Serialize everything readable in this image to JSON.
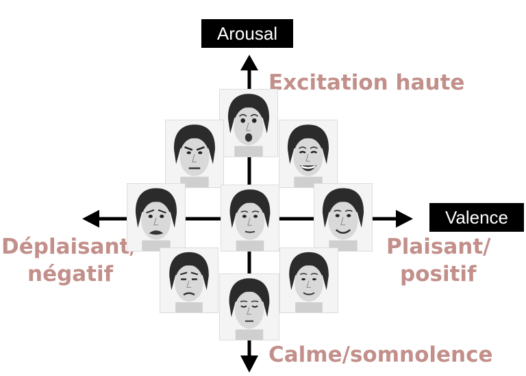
{
  "axes": {
    "arousal_label": "Arousal",
    "valence_label": "Valence"
  },
  "labels": {
    "high_arousal": "Excitation haute",
    "low_arousal": "Calme/somnolence",
    "negative_line1": "Déplaisant/",
    "negative_line2": "négatif",
    "positive_line1": "Plaisant/",
    "positive_line2": "positif"
  },
  "colors": {
    "label_color": "#c28f8a",
    "axis_box_bg": "#000000",
    "axis_box_text": "#ffffff",
    "arrow_color": "#000000"
  },
  "faces": [
    {
      "name": "face-top-surprised",
      "expression": "surprised"
    },
    {
      "name": "face-upper-left-angry",
      "expression": "angry"
    },
    {
      "name": "face-upper-right-happy",
      "expression": "happy"
    },
    {
      "name": "face-left-distressed",
      "expression": "distressed"
    },
    {
      "name": "face-center-neutral",
      "expression": "neutral"
    },
    {
      "name": "face-right-content",
      "expression": "content"
    },
    {
      "name": "face-lower-left-sad",
      "expression": "sad"
    },
    {
      "name": "face-lower-right-serene",
      "expression": "serene"
    },
    {
      "name": "face-bottom-sleepy",
      "expression": "sleepy"
    }
  ]
}
